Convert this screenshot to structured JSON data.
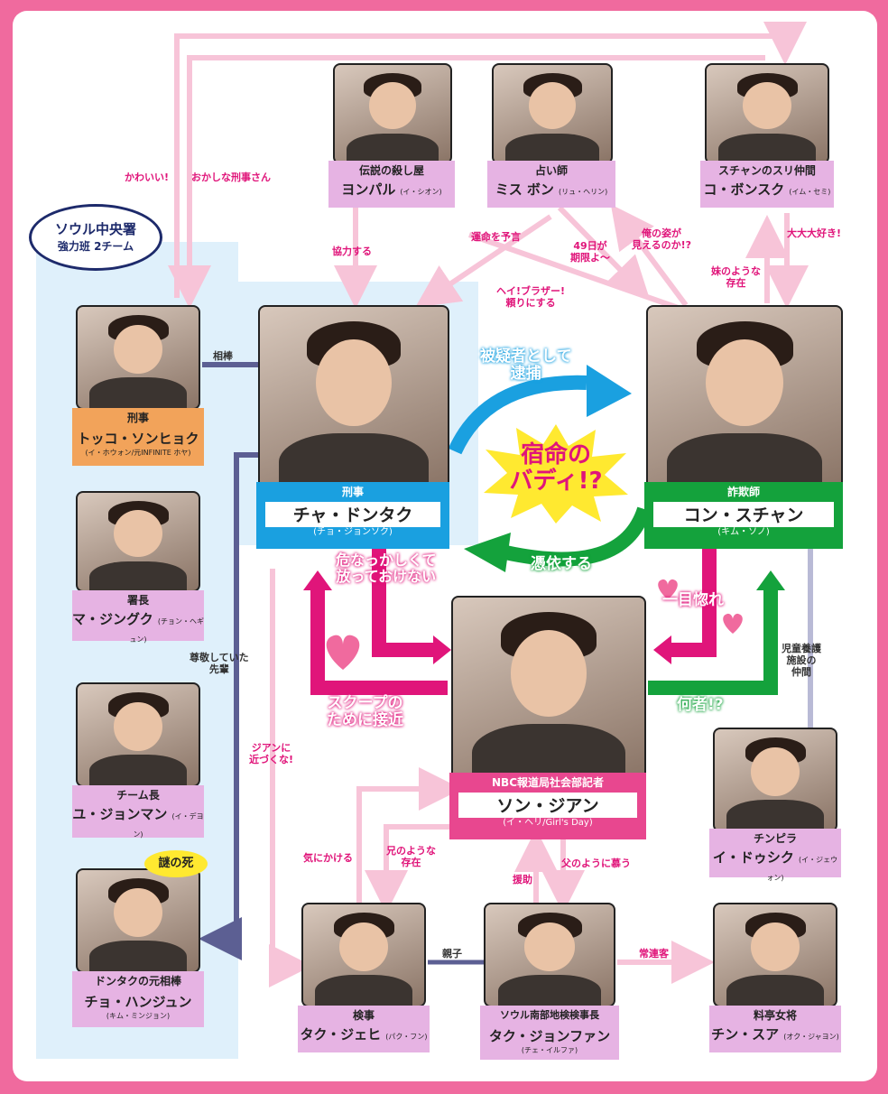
{
  "team": {
    "line1": "ソウル中央署",
    "line2": "強力班 2チーム"
  },
  "center": {
    "line1": "宿命の",
    "line2": "バディ!?"
  },
  "badge": "謎の死",
  "colors": {
    "blue": "#1aa0e0",
    "green": "#14a23c",
    "pink": "#e0157a",
    "lightpink": "#f7c4d8",
    "navy": "#5c5f93",
    "orange": "#f2a35a",
    "lilac": "#e6b3e3",
    "lightblue": "#dff0fb"
  },
  "people": {
    "yongpal": {
      "role": "伝説の殺し屋",
      "name": "ヨンパル",
      "actor": "(イ・シオン)"
    },
    "missbon": {
      "role": "占い師",
      "name": "ミス ボン",
      "actor": "(リュ・ヘリン)"
    },
    "bonsuku": {
      "role": "スチャンのスリ仲間",
      "name": "コ・ボンスク",
      "actor": "(イム・セミ)"
    },
    "tokko": {
      "role": "刑事",
      "name": "トッコ・ソンヒョク",
      "actor": "(イ・ホウォン/元INFINITE ホヤ)"
    },
    "dongtak": {
      "role": "刑事",
      "name": "チャ・ドンタク",
      "actor": "(チョ・ジョンソク)"
    },
    "suchan": {
      "role": "詐欺師",
      "name": "コン・スチャン",
      "actor": "(キム・ソノ)"
    },
    "majingu": {
      "role": "署長",
      "name": "マ・ジングク",
      "actor": "(チョン・ヘギュン)"
    },
    "yujon": {
      "role": "チーム長",
      "name": "ユ・ジョンマン",
      "actor": "(イ・デヨン)"
    },
    "jian": {
      "role": "NBC報道局社会部記者",
      "name": "ソン・ジアン",
      "actor": "(イ・ヘリ/Girl's Day)"
    },
    "dosik": {
      "role": "チンピラ",
      "name": "イ・ドゥシク",
      "actor": "(イ・ジェウォン)"
    },
    "hanjun": {
      "role": "ドンタクの元相棒",
      "name": "チョ・ハンジュン",
      "actor": "(キム・ミンジョン)"
    },
    "jehi": {
      "role": "検事",
      "name": "タク・ジェヒ",
      "actor": "(パク・フン)"
    },
    "jonghwan": {
      "role": "ソウル南部地検検事長",
      "name": "タク・ジョンファン",
      "actor": "(チェ・イルファ)"
    },
    "sua": {
      "role": "料亭女将",
      "name": "チン・スア",
      "actor": "(オク・ジャヨン)"
    }
  },
  "relations": {
    "kawaii": "かわいい!",
    "okashina": "おかしな刑事さん",
    "kyoryoku": "協力する",
    "unmei": "運命を予言",
    "hey": "ヘイ!ブラザー!",
    "tayori": "頼りにする",
    "d49a": "49日が",
    "d49b": "期限よ〜",
    "oreno": "俺の姿が",
    "mieru": "見えるのか!?",
    "daisuki": "大大大好き!",
    "imoto": "妹のような",
    "sonzai": "存在",
    "aibo": "相棒",
    "higisha": "被疑者として",
    "taiho": "逮捕",
    "hyoi": "憑依する",
    "abuna1": "危なっかしくて",
    "abuna2": "放っておけない",
    "hitome": "一目惚れ",
    "scoop1": "スクープの",
    "scoop2": "ために接近",
    "nanimono": "何者!?",
    "jido1": "児童養護",
    "jido2": "施設の",
    "jido3": "仲間",
    "sonkei1": "尊敬していた",
    "sonkei2": "先輩",
    "jian1": "ジアンに",
    "jian2": "近づくな!",
    "kinikakeru": "気にかける",
    "ani1": "兄のような",
    "ani2": "存在",
    "enjo": "援助",
    "chichi": "父のように慕う",
    "oyako": "親子",
    "joren": "常連客"
  }
}
